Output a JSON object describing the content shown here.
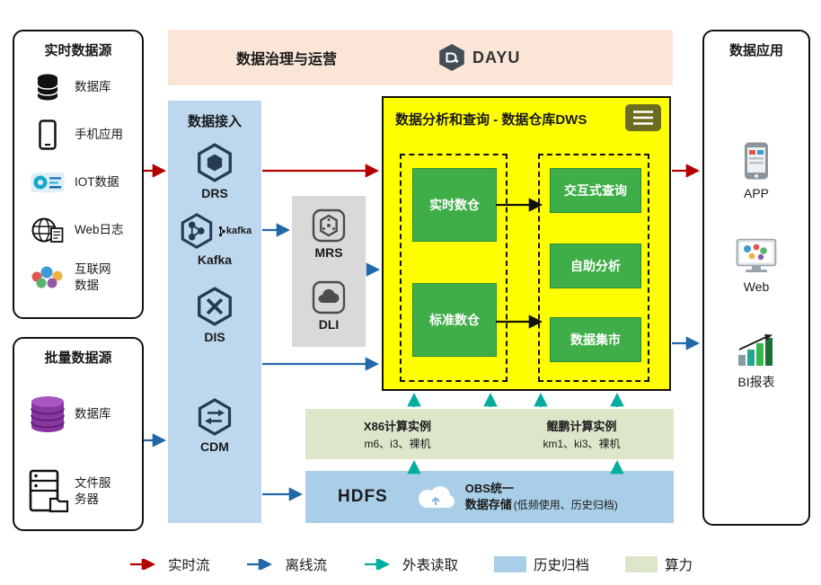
{
  "realtime": {
    "title": "实时数据源",
    "items": [
      {
        "label": "数据库",
        "icon": "database-icon"
      },
      {
        "label": "手机应用",
        "icon": "mobile-phone-icon"
      },
      {
        "label": "IOT数据",
        "icon": "iot-icon"
      },
      {
        "label": "Web日志",
        "icon": "web-log-icon"
      },
      {
        "label": "互联网数据",
        "icon": "internet-data-icon"
      }
    ]
  },
  "batch": {
    "title": "批量数据源",
    "items": [
      {
        "label": "数据库",
        "icon": "purple-database-icon"
      },
      {
        "label": "文件服务器",
        "icon": "file-server-icon"
      }
    ]
  },
  "governance": {
    "title": "数据治理与运营",
    "logo_text": "DAYU"
  },
  "ingestion": {
    "title": "数据接入",
    "services": [
      {
        "label": "DRS",
        "icon": "drs-hexagon-icon"
      },
      {
        "label": "Kafka",
        "icon": "kafka-hexagon-icon",
        "badge": "kafka"
      },
      {
        "label": "DIS",
        "icon": "dis-hexagon-icon"
      },
      {
        "label": "CDM",
        "icon": "cdm-hexagon-icon"
      }
    ]
  },
  "processing": {
    "services": [
      {
        "label": "MRS",
        "icon": "mrs-icon"
      },
      {
        "label": "DLI",
        "icon": "dli-icon"
      }
    ]
  },
  "dws": {
    "title": "数据分析和查询 - 数据仓库DWS",
    "warehouse_nodes": [
      "实时数仓",
      "标准数仓"
    ],
    "analysis_nodes": [
      "交互式查询",
      "自助分析",
      "数据集市"
    ]
  },
  "compute": {
    "x86": {
      "title": "X86计算实例",
      "subtitle": "m6、i3、裸机"
    },
    "kunpeng": {
      "title": "鲲鹏计算实例",
      "subtitle": "km1、ki3、裸机"
    }
  },
  "storage": {
    "hdfs_label": "HDFS",
    "obs_line1": "OBS统一",
    "obs_line2": "数据存储",
    "obs_note": "(低频使用、历史归档)"
  },
  "apps": {
    "title": "数据应用",
    "items": [
      {
        "label": "APP",
        "icon": "app-phone-icon"
      },
      {
        "label": "Web",
        "icon": "web-monitor-icon"
      },
      {
        "label": "BI报表",
        "icon": "bi-report-icon"
      }
    ]
  },
  "legend": {
    "realtime_flow": "实时流",
    "offline_flow": "离线流",
    "external_read": "外表读取",
    "history_archive": "历史归档",
    "compute_power": "算力"
  },
  "colors": {
    "realtime_flow": "#b20000",
    "offline_flow": "#2268a8",
    "external_read": "#00ae9d",
    "archive_fill": "#a9cfe8",
    "compute_fill": "#dce6c9",
    "dws_background": "#ffff00",
    "node_green": "#3fae49",
    "ingestion_fill": "#bdd7ee",
    "processing_fill": "#d9d9d9",
    "governance_fill": "#fbe5d6"
  }
}
